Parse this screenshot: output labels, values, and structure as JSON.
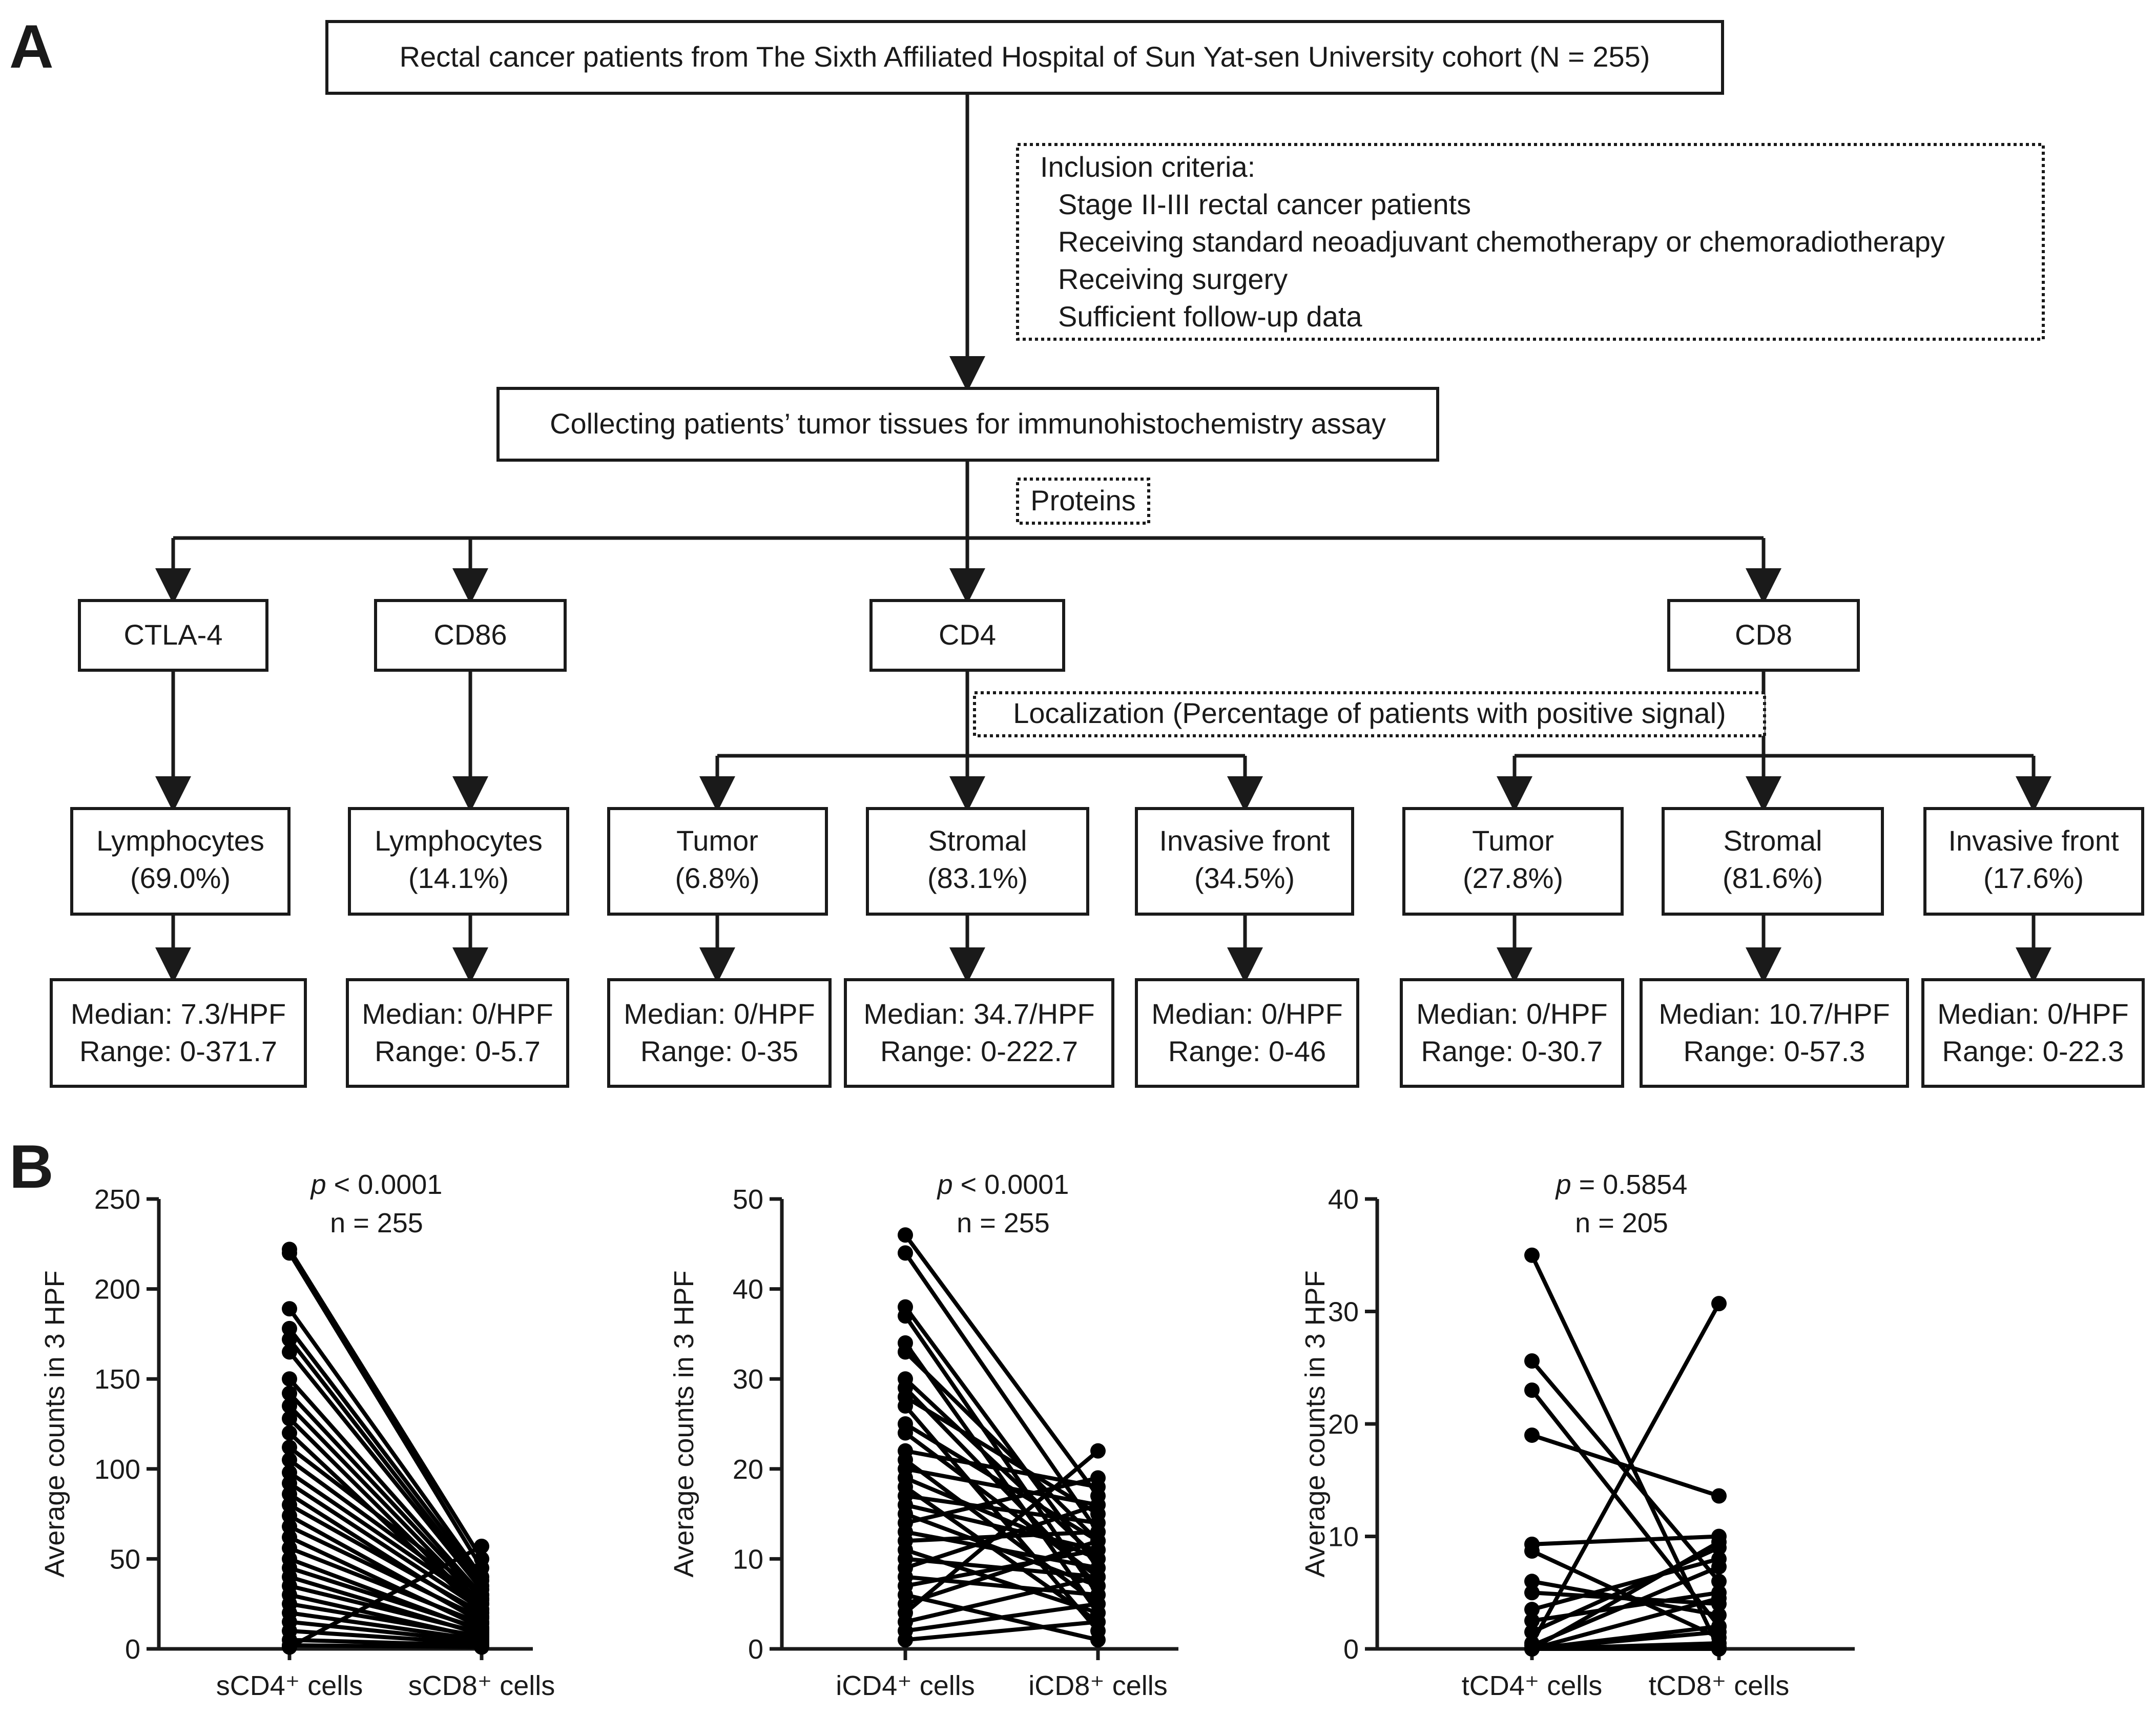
{
  "panel_a": {
    "label": "A",
    "cohort": "Rectal cancer patients from The Sixth Affiliated Hospital of Sun Yat-sen University cohort (N = 255)",
    "inclusion": {
      "title": "Inclusion criteria:",
      "items": [
        "Stage II-III rectal cancer patients",
        "Receiving standard neoadjuvant chemotherapy or chemoradiotherapy",
        "Receiving surgery",
        "Sufficient follow-up data"
      ]
    },
    "collecting": "Collecting patients’ tumor tissues for immunohistochemistry assay",
    "proteins_label": "Proteins",
    "localization_label": "Localization (Percentage of patients with positive signal)",
    "proteins": [
      "CTLA-4",
      "CD86",
      "CD4",
      "CD8"
    ],
    "locations": [
      {
        "name": "Lymphocytes",
        "pct": "(69.0%)",
        "median": "Median: 7.3/HPF",
        "range": "Range: 0-371.7"
      },
      {
        "name": "Lymphocytes",
        "pct": "(14.1%)",
        "median": "Median: 0/HPF",
        "range": "Range: 0-5.7"
      },
      {
        "name": "Tumor",
        "pct": "(6.8%)",
        "median": "Median: 0/HPF",
        "range": "Range: 0-35"
      },
      {
        "name": "Stromal",
        "pct": "(83.1%)",
        "median": "Median: 34.7/HPF",
        "range": "Range: 0-222.7"
      },
      {
        "name": "Invasive front",
        "pct": "(34.5%)",
        "median": "Median: 0/HPF",
        "range": "Range: 0-46"
      },
      {
        "name": "Tumor",
        "pct": "(27.8%)",
        "median": "Median: 0/HPF",
        "range": "Range: 0-30.7"
      },
      {
        "name": "Stromal",
        "pct": "(81.6%)",
        "median": "Median: 10.7/HPF",
        "range": "Range: 0-57.3"
      },
      {
        "name": "Invasive front",
        "pct": "(17.6%)",
        "median": "Median: 0/HPF",
        "range": "Range: 0-22.3"
      }
    ]
  },
  "panel_b": {
    "label": "B"
  },
  "chart_data": [
    {
      "type": "scatter",
      "ylabel": "Average counts in 3 HPF",
      "ylim": [
        0,
        250
      ],
      "yticks": [
        0,
        50,
        100,
        150,
        200,
        250
      ],
      "categories": [
        "sCD4⁺ cells",
        "sCD8⁺ cells"
      ],
      "p_prefix": "p",
      "p_value": " < 0.0001",
      "n": "n = 255",
      "pairs": [
        [
          222,
          50
        ],
        [
          220,
          45
        ],
        [
          189,
          40
        ],
        [
          178,
          38
        ],
        [
          172,
          35
        ],
        [
          165,
          33
        ],
        [
          150,
          30
        ],
        [
          142,
          28
        ],
        [
          135,
          25
        ],
        [
          128,
          22
        ],
        [
          120,
          20
        ],
        [
          112,
          30
        ],
        [
          105,
          27
        ],
        [
          98,
          25
        ],
        [
          92,
          22
        ],
        [
          86,
          18
        ],
        [
          80,
          20
        ],
        [
          74,
          15
        ],
        [
          68,
          17
        ],
        [
          62,
          12
        ],
        [
          56,
          14
        ],
        [
          50,
          10
        ],
        [
          45,
          11
        ],
        [
          40,
          8
        ],
        [
          35,
          9
        ],
        [
          30,
          6
        ],
        [
          25,
          7
        ],
        [
          20,
          5
        ],
        [
          15,
          4
        ],
        [
          10,
          3
        ],
        [
          5,
          2
        ],
        [
          2,
          1
        ],
        [
          1,
          57
        ]
      ]
    },
    {
      "type": "scatter",
      "ylabel": "Average counts in 3 HPF",
      "ylim": [
        0,
        50
      ],
      "yticks": [
        0,
        10,
        20,
        30,
        40,
        50
      ],
      "categories": [
        "iCD4⁺ cells",
        "iCD8⁺ cells"
      ],
      "p_prefix": "p",
      "p_value": " < 0.0001",
      "n": "n = 255",
      "pairs": [
        [
          46,
          17
        ],
        [
          44,
          13
        ],
        [
          38,
          9
        ],
        [
          37,
          6
        ],
        [
          34,
          4
        ],
        [
          33,
          12
        ],
        [
          30,
          10
        ],
        [
          29,
          7
        ],
        [
          28,
          15
        ],
        [
          27,
          2
        ],
        [
          25,
          12
        ],
        [
          24,
          8
        ],
        [
          22,
          18
        ],
        [
          21,
          5
        ],
        [
          20,
          16
        ],
        [
          19,
          10
        ],
        [
          18,
          3
        ],
        [
          17,
          14
        ],
        [
          16,
          11
        ],
        [
          15,
          7
        ],
        [
          14,
          19
        ],
        [
          13,
          9
        ],
        [
          12,
          13
        ],
        [
          11,
          4
        ],
        [
          10,
          8
        ],
        [
          9,
          16
        ],
        [
          8,
          6
        ],
        [
          7,
          11
        ],
        [
          6,
          1
        ],
        [
          5,
          12
        ],
        [
          4,
          22
        ],
        [
          3,
          8
        ],
        [
          2,
          5
        ],
        [
          1,
          3
        ]
      ]
    },
    {
      "type": "scatter",
      "ylabel": "Average counts in 3 HPF",
      "ylim": [
        0,
        40
      ],
      "yticks": [
        0,
        10,
        20,
        30,
        40
      ],
      "categories": [
        "tCD4⁺ cells",
        "tCD8⁺ cells"
      ],
      "p_prefix": "p",
      "p_value": " = 0.5854",
      "n": "n = 205",
      "pairs": [
        [
          35,
          0
        ],
        [
          25.6,
          6
        ],
        [
          23,
          2
        ],
        [
          19,
          13.6
        ],
        [
          9.3,
          10
        ],
        [
          8.7,
          1
        ],
        [
          6,
          3
        ],
        [
          5,
          4
        ],
        [
          3.5,
          8
        ],
        [
          2.5,
          5
        ],
        [
          1.5,
          9
        ],
        [
          0.5,
          30.7
        ],
        [
          0.3,
          7.3
        ],
        [
          0,
          9.5
        ],
        [
          0,
          4.5
        ],
        [
          0,
          2
        ],
        [
          0,
          1.5
        ],
        [
          0,
          0.5
        ],
        [
          0,
          0.2
        ],
        [
          0,
          0
        ]
      ]
    }
  ]
}
